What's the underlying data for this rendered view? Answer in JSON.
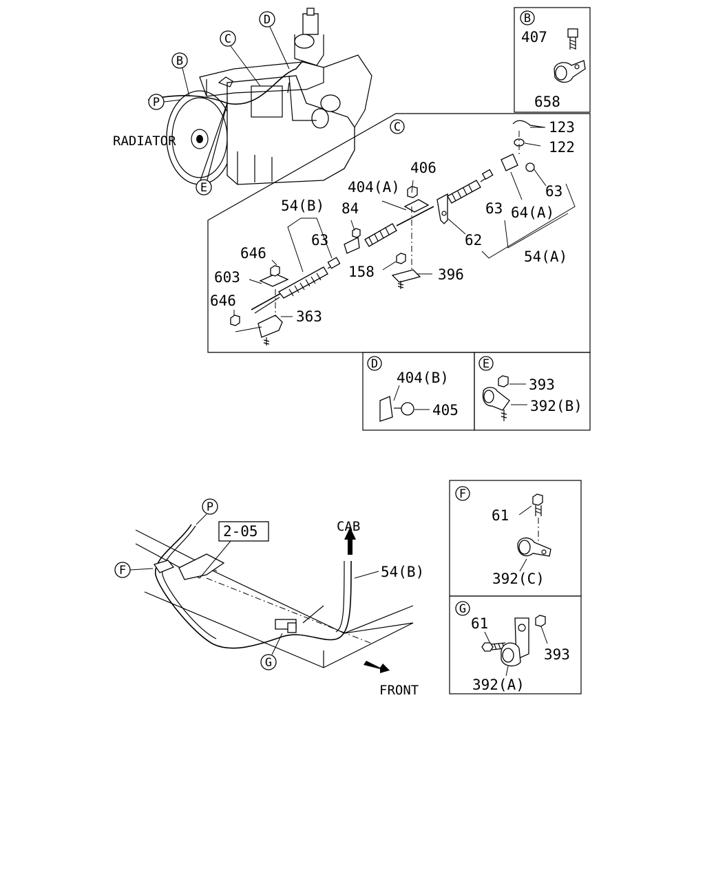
{
  "labels": {
    "radiator": "RADIATOR",
    "cab": "CAB",
    "front": "FRONT",
    "ref_box": "2-05"
  },
  "callouts": {
    "B": "B",
    "C": "C",
    "D": "D",
    "E": "E",
    "F": "F",
    "G": "G",
    "P": "P"
  },
  "parts": {
    "p407": "407",
    "p658": "658",
    "p123": "123",
    "p122": "122",
    "p406": "406",
    "p404a": "404(A)",
    "p63_right": "63",
    "p63_mid": "63",
    "p64a": "64(A)",
    "p54b_top": "54(B)",
    "p84": "84",
    "p63_left": "63",
    "p62": "62",
    "p54a": "54(A)",
    "p646_top": "646",
    "p603": "603",
    "p158": "158",
    "p396": "396",
    "p646_bottom": "646",
    "p363": "363",
    "p404b": "404(B)",
    "p405": "405",
    "p393_e": "393",
    "p392b": "392(B)",
    "p61_f": "61",
    "p392c": "392(C)",
    "p54b_bottom": "54(B)",
    "p61_g": "61",
    "p393_g": "393",
    "p392a": "392(A)"
  },
  "icons": [
    "engine-illustration",
    "cable-assembly",
    "clip",
    "bolt",
    "nut",
    "washer",
    "bracket",
    "front-arrow",
    "cab-arrow",
    "frame-rail"
  ]
}
